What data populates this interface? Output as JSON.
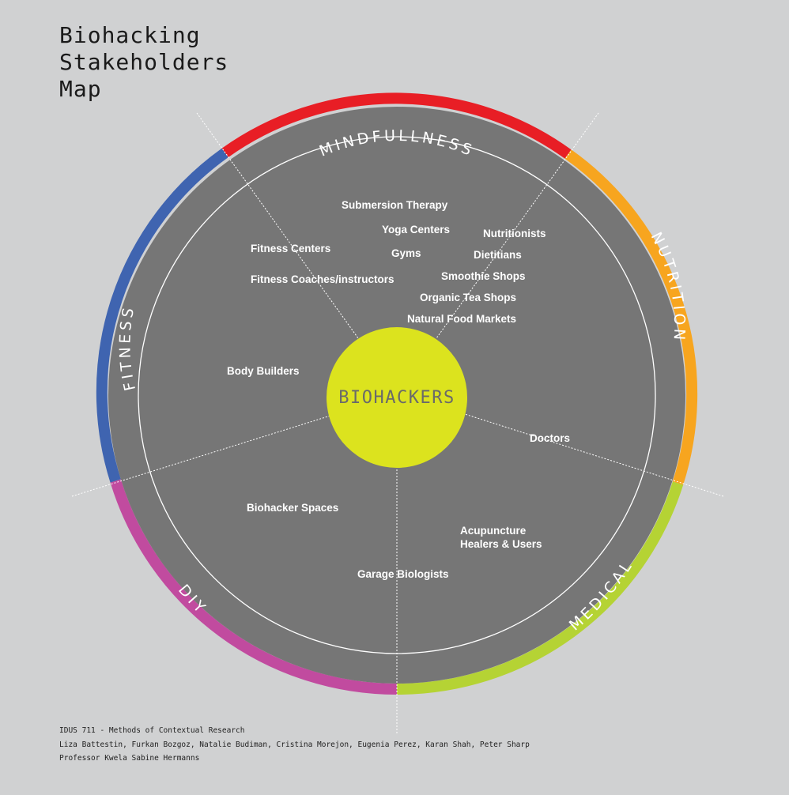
{
  "title_lines": [
    "Biohacking",
    "Stakeholders",
    "Map"
  ],
  "center": {
    "label": "BIOHACKERS",
    "color": "#dce31e"
  },
  "segments": [
    {
      "name": "MINDFULLNESS",
      "color": "#e81e25"
    },
    {
      "name": "NUTRITION",
      "color": "#f7a51f"
    },
    {
      "name": "MEDICAL",
      "color": "#b5d334"
    },
    {
      "name": "DIY",
      "color": "#c14b9f"
    },
    {
      "name": "FITNESS",
      "color": "#3f64b0"
    }
  ],
  "stakeholders": [
    "Submersion Therapy",
    "Yoga Centers",
    "Nutritionists",
    "Fitness Centers",
    "Gyms",
    "Dietitians",
    "Fitness Coaches/instructors",
    "Smoothie Shops",
    "Organic Tea Shops",
    "Natural Food Markets",
    "Body Builders",
    "Doctors",
    "Biohacker Spaces",
    "Acupuncture",
    "Healers & Users",
    "Garage Biologists"
  ],
  "credits": [
    "IDUS 711 - Methods of Contextual Research",
    "Liza Battestin, Furkan Bozgoz, Natalie Budiman, Cristina Morejon, Eugenia Perez, Karan Shah, Peter Sharp",
    "Professor Kwela Sabine Hermanns"
  ]
}
